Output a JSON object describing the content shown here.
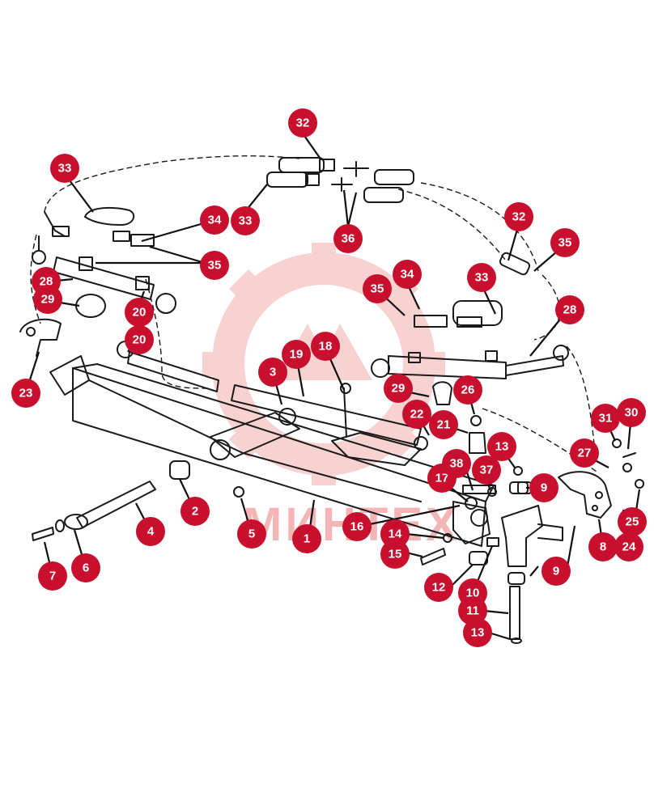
{
  "watermark": {
    "text": "МИНТЕХ",
    "color": "#f3b5b5"
  },
  "callout_color": "#c8102e",
  "callouts": [
    {
      "id": "c1",
      "label": "1"
    },
    {
      "id": "c2",
      "label": "2"
    },
    {
      "id": "c3",
      "label": "3"
    },
    {
      "id": "c4",
      "label": "4"
    },
    {
      "id": "c5",
      "label": "5"
    },
    {
      "id": "c6",
      "label": "6"
    },
    {
      "id": "c7",
      "label": "7"
    },
    {
      "id": "c8",
      "label": "8"
    },
    {
      "id": "c9a",
      "label": "9"
    },
    {
      "id": "c9b",
      "label": "9"
    },
    {
      "id": "c10",
      "label": "10"
    },
    {
      "id": "c11",
      "label": "11"
    },
    {
      "id": "c12",
      "label": "12"
    },
    {
      "id": "c13a",
      "label": "13"
    },
    {
      "id": "c13b",
      "label": "13"
    },
    {
      "id": "c14",
      "label": "14"
    },
    {
      "id": "c15",
      "label": "15"
    },
    {
      "id": "c16",
      "label": "16"
    },
    {
      "id": "c17",
      "label": "17"
    },
    {
      "id": "c18",
      "label": "18"
    },
    {
      "id": "c19",
      "label": "19"
    },
    {
      "id": "c20",
      "label": "20"
    },
    {
      "id": "c21",
      "label": "21"
    },
    {
      "id": "c22",
      "label": "22"
    },
    {
      "id": "c23",
      "label": "23"
    },
    {
      "id": "c24",
      "label": "24"
    },
    {
      "id": "c25",
      "label": "25"
    },
    {
      "id": "c26",
      "label": "26"
    },
    {
      "id": "c27",
      "label": "27"
    },
    {
      "id": "c28a",
      "label": "28"
    },
    {
      "id": "c28b",
      "label": "28"
    },
    {
      "id": "c29a",
      "label": "29"
    },
    {
      "id": "c29b",
      "label": "29"
    },
    {
      "id": "c30",
      "label": "30"
    },
    {
      "id": "c31",
      "label": "31"
    },
    {
      "id": "c32a",
      "label": "32"
    },
    {
      "id": "c32b",
      "label": "32"
    },
    {
      "id": "c33a",
      "label": "33"
    },
    {
      "id": "c33b",
      "label": "33"
    },
    {
      "id": "c33c",
      "label": "33"
    },
    {
      "id": "c34a",
      "label": "34"
    },
    {
      "id": "c34b",
      "label": "34"
    },
    {
      "id": "c35a",
      "label": "35"
    },
    {
      "id": "c35b",
      "label": "35"
    },
    {
      "id": "c35c",
      "label": "35"
    },
    {
      "id": "c36",
      "label": "36"
    },
    {
      "id": "c37",
      "label": "37"
    },
    {
      "id": "c38",
      "label": "38"
    }
  ]
}
